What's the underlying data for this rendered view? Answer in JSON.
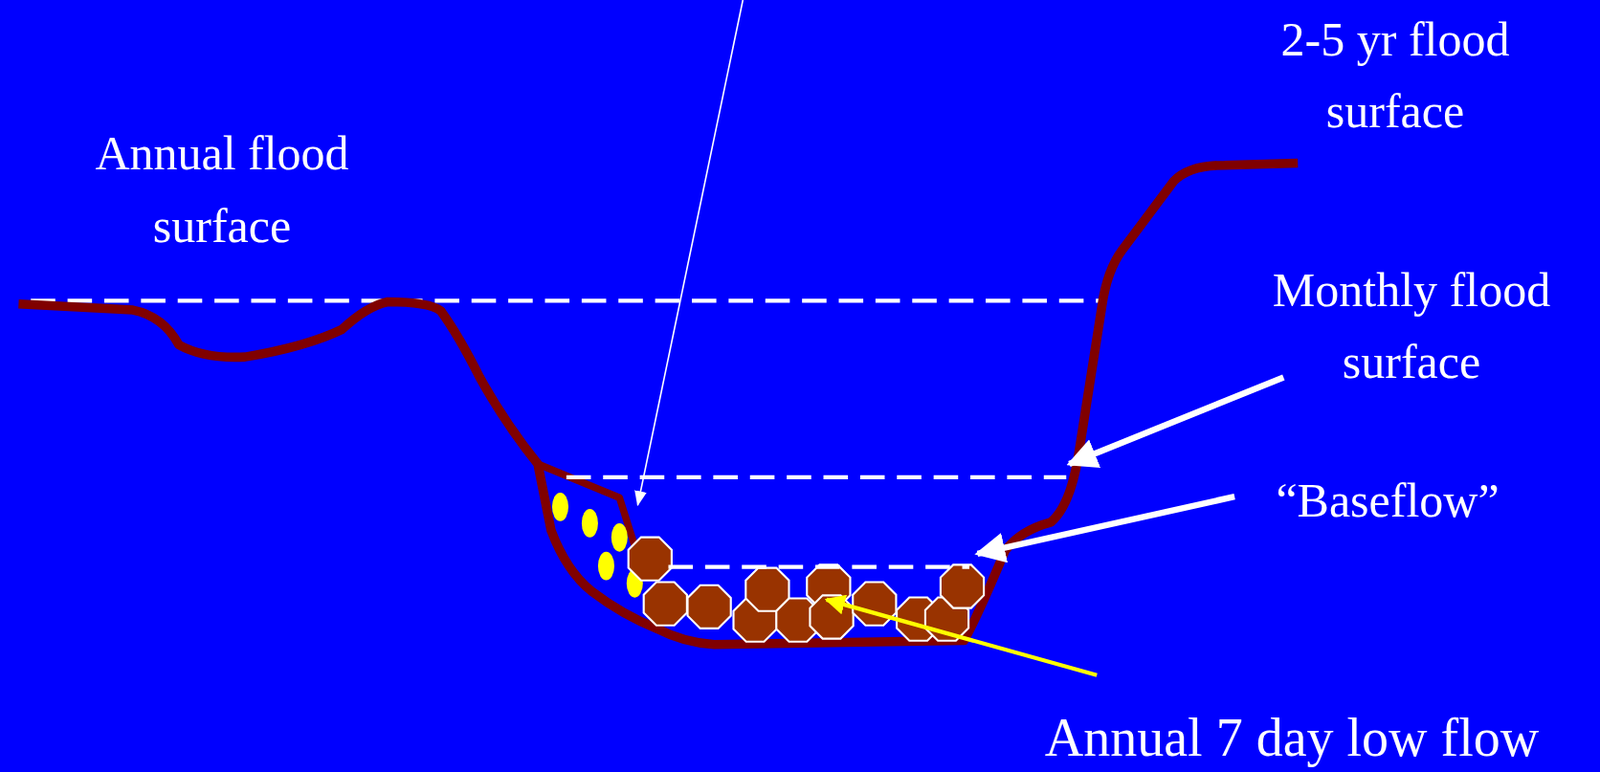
{
  "diagram": {
    "labels": [
      "2-5 yr flood surface",
      "Annual flood surface",
      "Monthly flood surface",
      "“Baseflow”",
      "Annual 7 day low flow"
    ]
  }
}
